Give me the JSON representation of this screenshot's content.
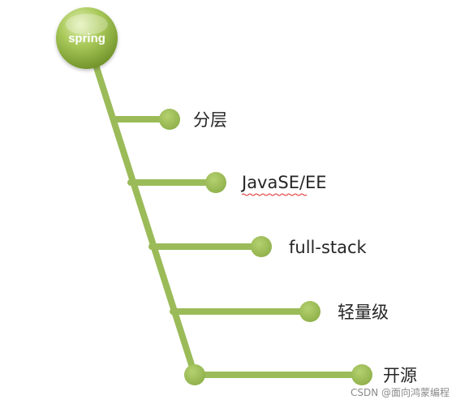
{
  "diagram": {
    "root": {
      "label": "spring"
    },
    "branches": [
      {
        "label": "分层"
      },
      {
        "label": "JavaSE/EE"
      },
      {
        "label": "full-stack"
      },
      {
        "label": "轻量级"
      },
      {
        "label": "开源"
      }
    ],
    "colors": {
      "trunk": "#9bbb59",
      "node": "#9bbb59",
      "root_fill": "#8db33a",
      "root_highlight": "#d6ea9e",
      "spellcheck_underline": "#e03030"
    }
  },
  "watermark": {
    "text": "CSDN @面向鸿蒙编程"
  }
}
